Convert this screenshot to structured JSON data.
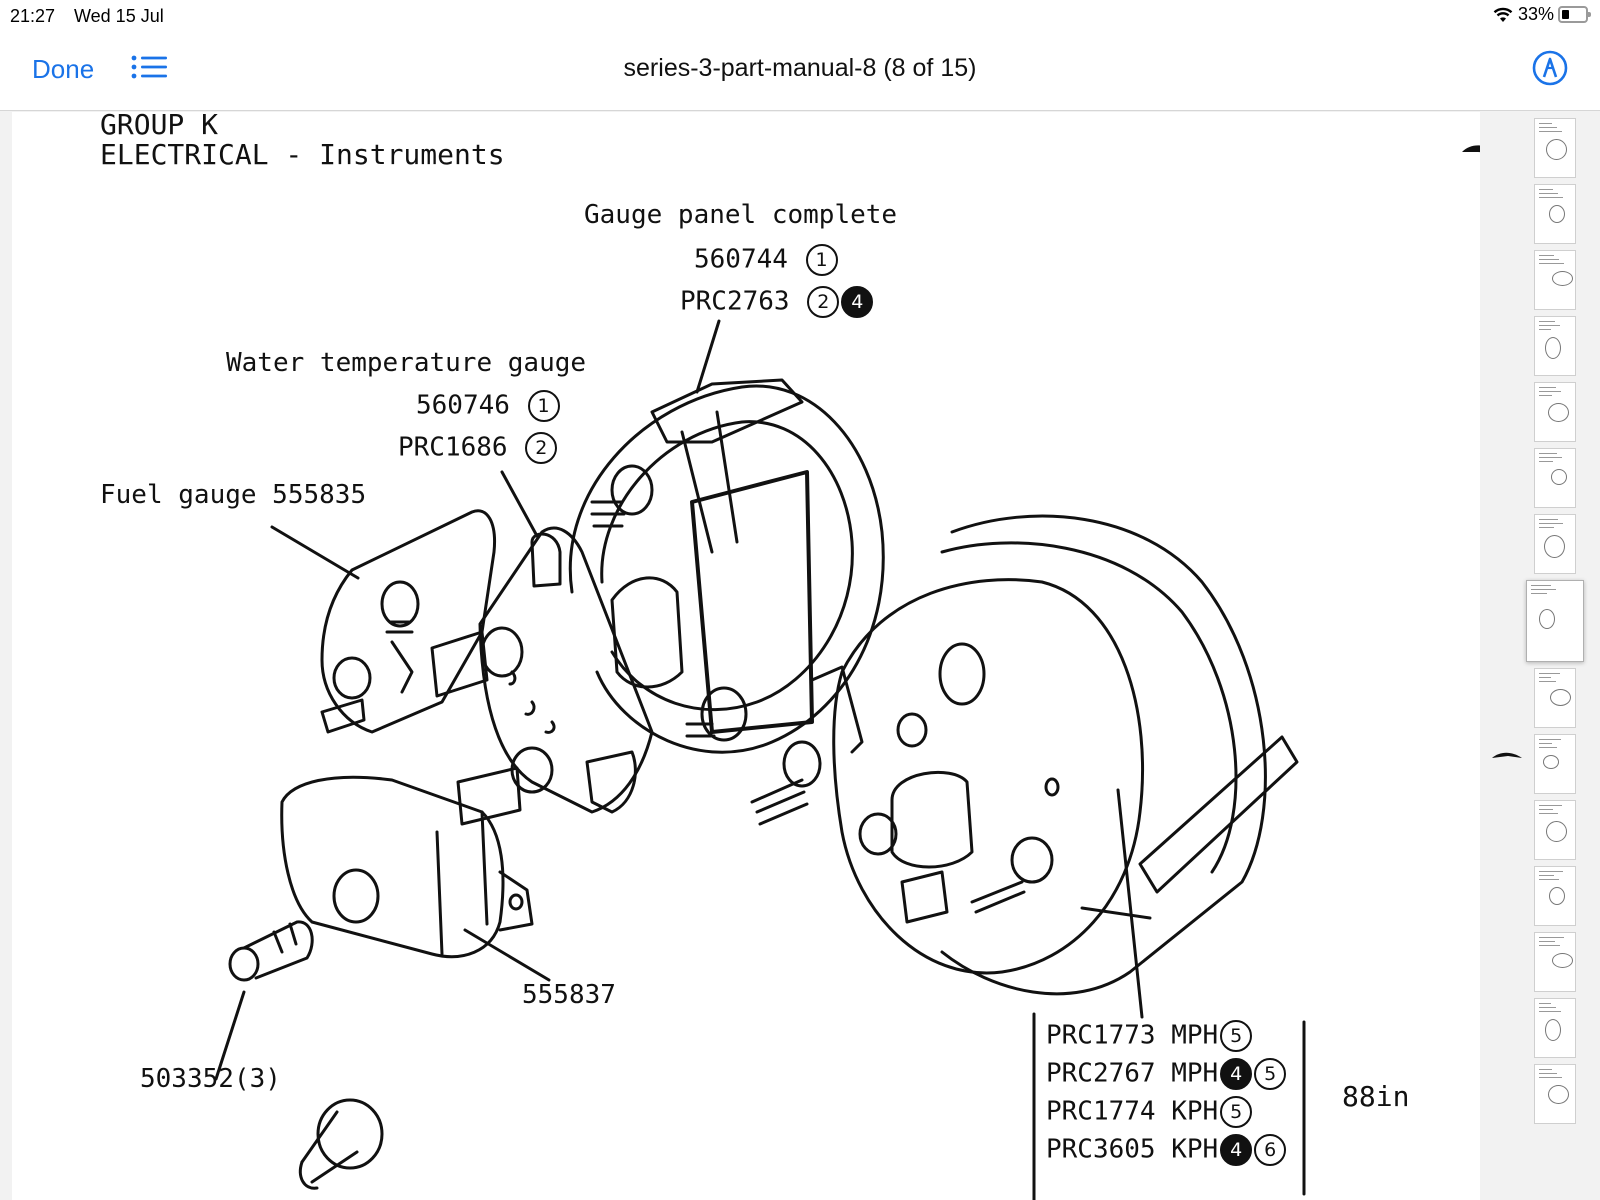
{
  "status_bar": {
    "time": "21:27",
    "date": "Wed 15 Jul",
    "battery": "33%",
    "battery_level": 0.33
  },
  "nav": {
    "done_label": "Done",
    "title": "series-3-part-manual-8 (8 of 15)",
    "accent_color": "#1a73e8",
    "outline_icon": "list-icon",
    "markup_icon": "markup-pen-icon"
  },
  "document": {
    "group": "GROUP K",
    "section": "ELECTRICAL - Instruments",
    "gauge_panel": {
      "label": "Gauge panel complete",
      "parts": [
        {
          "number": "560744",
          "notes": [
            "1"
          ]
        },
        {
          "number": "PRC2763",
          "notes": [
            "2",
            "4"
          ]
        }
      ]
    },
    "water_temp": {
      "label": "Water temperature gauge",
      "parts": [
        {
          "number": "560746",
          "notes": [
            "1"
          ]
        },
        {
          "number": "PRC1686",
          "notes": [
            "2"
          ]
        }
      ]
    },
    "fuel_gauge": "Fuel gauge 555835",
    "part_555837": "555837",
    "part_503352": "503352(3)",
    "speedo_parts": [
      {
        "number": "PRC1773",
        "unit": "MPH",
        "notes": [
          "5"
        ]
      },
      {
        "number": "PRC2767",
        "unit": "MPH",
        "notes": [
          "4",
          "5"
        ]
      },
      {
        "number": "PRC1774",
        "unit": "KPH",
        "notes": [
          "5"
        ]
      },
      {
        "number": "PRC3605",
        "unit": "KPH",
        "notes": [
          "4",
          "6"
        ]
      }
    ],
    "wheelbase": "88in"
  },
  "thumbnails": {
    "count": 15,
    "current_page": 8
  }
}
